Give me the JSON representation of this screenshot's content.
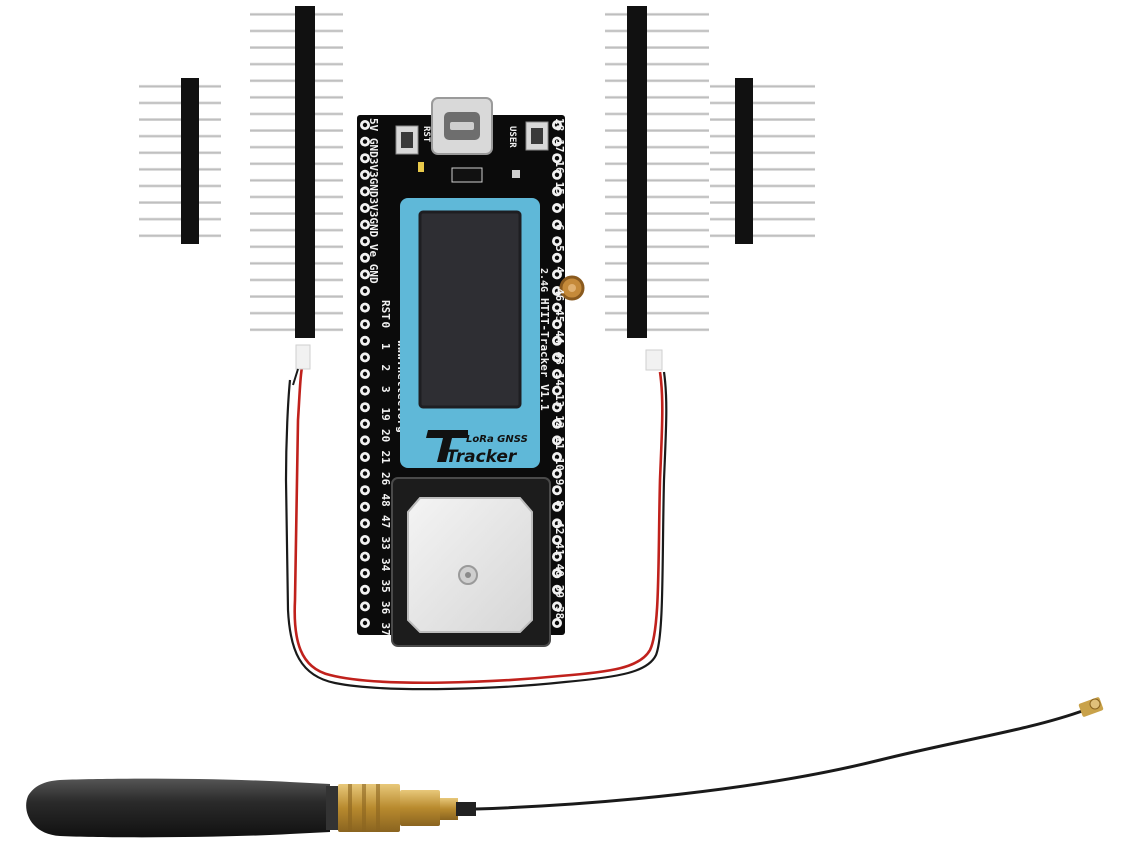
{
  "board": {
    "button_rst": "RST",
    "button_user": "USER",
    "left_top_labels": "5V GND3V3GND3V3GND Ve GND",
    "left_pins": [
      "RST",
      "0",
      "1",
      "2",
      "3",
      "19",
      "20",
      "21",
      "26",
      "48",
      "47",
      "33",
      "34",
      "35",
      "36",
      "37"
    ],
    "right_pins": [
      "18",
      "17",
      "16",
      "15",
      "7",
      "6",
      "5",
      "4"
    ],
    "right_text_upper": "2.4G",
    "right_pins_b": [
      "46",
      "45",
      "44",
      "43",
      "14",
      "13",
      "12",
      "11",
      "10",
      "9",
      "8",
      "42",
      "41",
      "40",
      "39",
      "38"
    ],
    "model_text": "HTIT-Tracker V1.1",
    "url_text": "www.heltec.org",
    "logo_small": "LoRa GNSS",
    "logo_big": "Tracker"
  },
  "colors": {
    "pcb": "#0b0b0b",
    "screen_frame": "#5fb8d8",
    "screen": "#2e2e33",
    "wire_red": "#c0211c",
    "wire_black": "#1a1a1a",
    "brass": "#c9a24a",
    "antenna": "#2b2b2b"
  }
}
